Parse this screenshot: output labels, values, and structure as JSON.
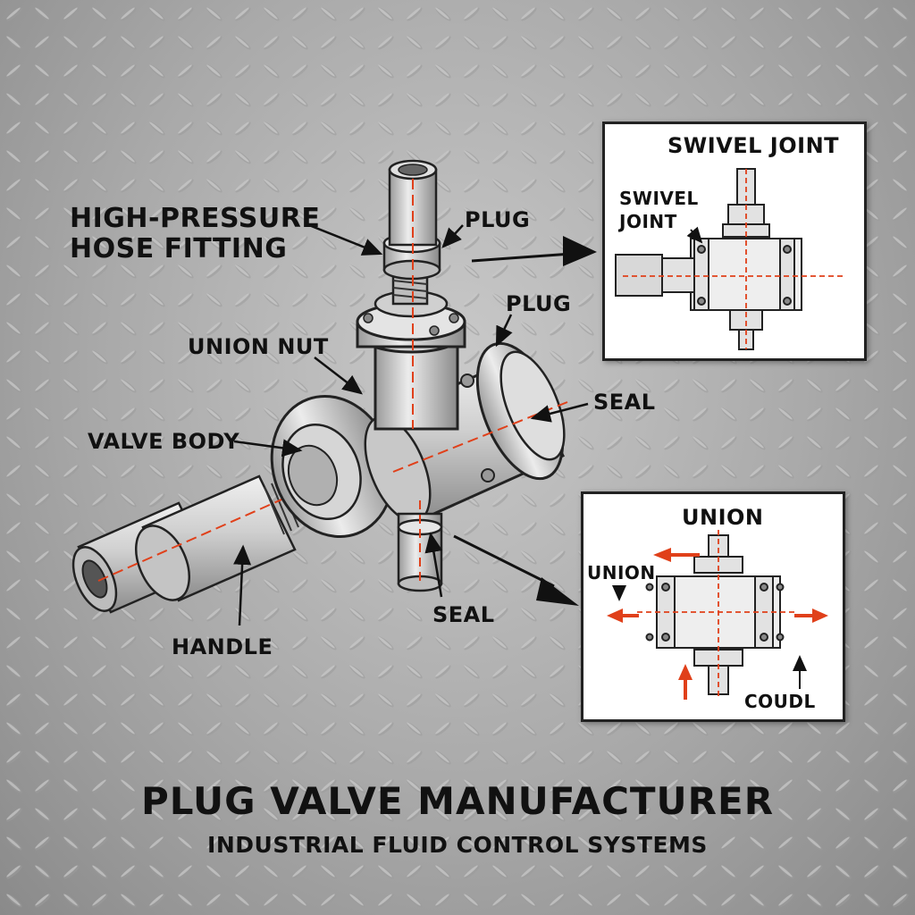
{
  "title": "PLUG VALVE MANUFACTURER",
  "subtitle": "INDUSTRIAL FLUID CONTROL SYSTEMS",
  "colors": {
    "accent_red": "#e0401a",
    "steel_light": "#d8d8d8",
    "steel_dark": "#7a7a7a",
    "ink": "#111111"
  },
  "main_labels": {
    "hose_fitting": "HIGH-PRESSURE\nHOSE FITTING",
    "plug_top": "PLUG",
    "plug_right": "PLUG",
    "union_nut": "UNION NUT",
    "seal_right": "SEAL",
    "valve_body": "VALVE BODY",
    "handle": "HANDLE",
    "seal_bottom": "SEAL"
  },
  "inset_swivel": {
    "title": "SWIVEL JOINT",
    "label": "SWIVEL\nJOINT"
  },
  "inset_union": {
    "title": "UNION",
    "label_union": "UNION",
    "label_coupl": "COUDL"
  }
}
